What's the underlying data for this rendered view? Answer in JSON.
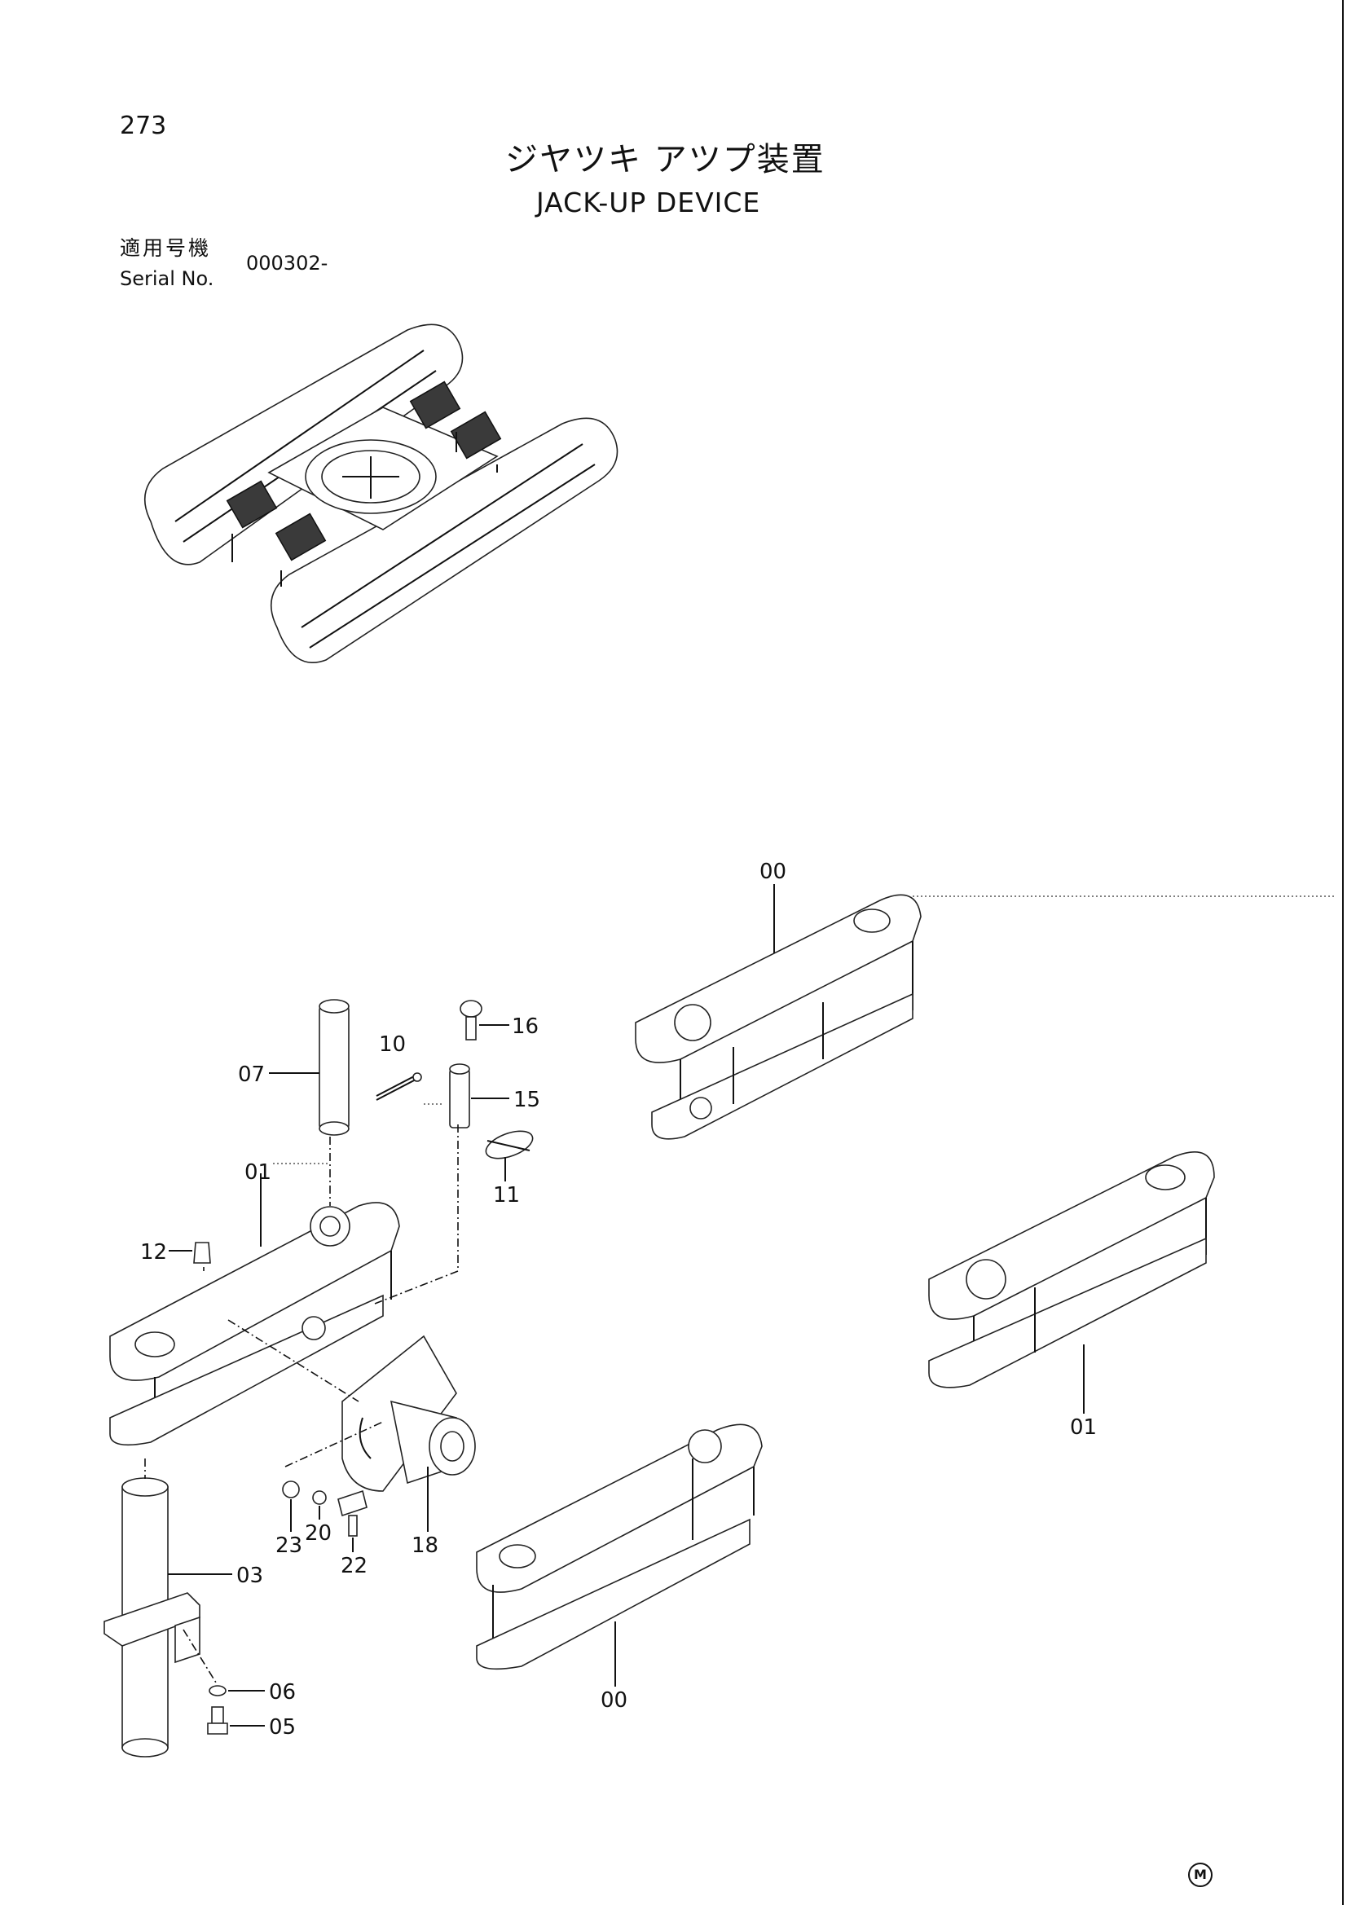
{
  "page_number": "273",
  "title_ja": "ジヤツキ アツプ装置",
  "title_en": "JACK-UP DEVICE",
  "serial": {
    "label_ja": "適用号機",
    "label_en": "Serial No.",
    "value": "000302-"
  },
  "part_labels": {
    "p00_top": "00",
    "p16": "16",
    "p10": "10",
    "p07": "07",
    "p15": "15",
    "p01_left": "01",
    "p11": "11",
    "p12": "12",
    "p01_right": "01",
    "p18": "18",
    "p23": "23",
    "p20": "20",
    "p22": "22",
    "p03": "03",
    "p06": "06",
    "p05": "05",
    "p00_bottom": "00"
  },
  "brand_mark": "M"
}
